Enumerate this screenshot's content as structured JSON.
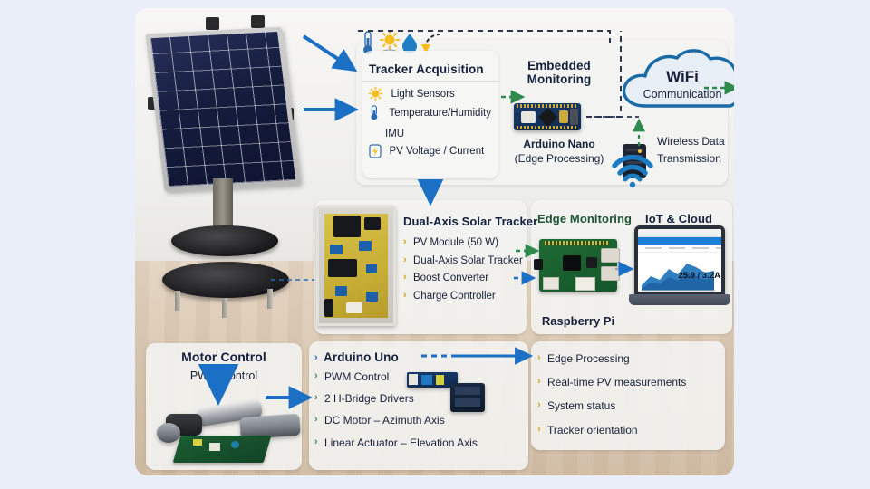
{
  "figure": {
    "top_panel": {
      "tracker_acquisition": {
        "title": "Tracker Acquisition",
        "items": [
          {
            "label": "Light Sensors",
            "icon": "sun-icon"
          },
          {
            "label": "Temperature/Humidity",
            "icon": "thermometer-icon"
          },
          {
            "label": "IMU",
            "icon": "none"
          },
          {
            "label": "PV Voltage / Current",
            "icon": "voltage-icon"
          }
        ],
        "sensor_icons": [
          "thermometer-icon",
          "sun-icon",
          "water-drop-icon",
          "curved-arrow-icon"
        ]
      },
      "embedded_monitoring": {
        "title": "Embedded Monitoring",
        "device_label": "Arduino Nano",
        "device_sublabel": "(Edge Processing)"
      },
      "cloud": {
        "title": "WiFi",
        "subtitle": "Communication",
        "wireless_label_line1": "Wireless Data",
        "wireless_label_line2": "Transmission"
      }
    },
    "mid_panel": {
      "solar_tracker": {
        "title": "Dual-Axis Solar Tracker",
        "items": [
          "PV Module (50 W)",
          "Dual-Axis Solar Tracker",
          "Boost Converter",
          "Charge Controller"
        ]
      },
      "edge_monitoring": {
        "title": "Edge Monitoring",
        "device_label": "Raspberry Pi"
      },
      "iot_cloud": {
        "title": "IoT & Cloud",
        "dashboard_reading": "25.9 / 3.2A"
      }
    },
    "bottom_panel": {
      "motor_control": {
        "title": "Motor Control",
        "subtitle": "PWM Control"
      },
      "arduino_uno": {
        "title": "Arduino Uno",
        "items": [
          "PWM Control",
          "2 H-Bridge Drivers",
          "DC Motor – Azimuth Axis",
          "Linear Actuator – Elevation Axis"
        ]
      },
      "outputs": {
        "items": [
          "Edge Processing",
          "Real-time PV measurements",
          "System status",
          "Tracker orientation"
        ]
      }
    }
  },
  "colors": {
    "page_background": "#e9eef9",
    "arrow_blue": "#1b6fc4",
    "arrow_green": "#2f8a4d",
    "title_navy": "#14213d",
    "title_green": "#1c5433",
    "bullet_gold": "#d9a21b",
    "cloud_blue": "#1b6aa8"
  }
}
